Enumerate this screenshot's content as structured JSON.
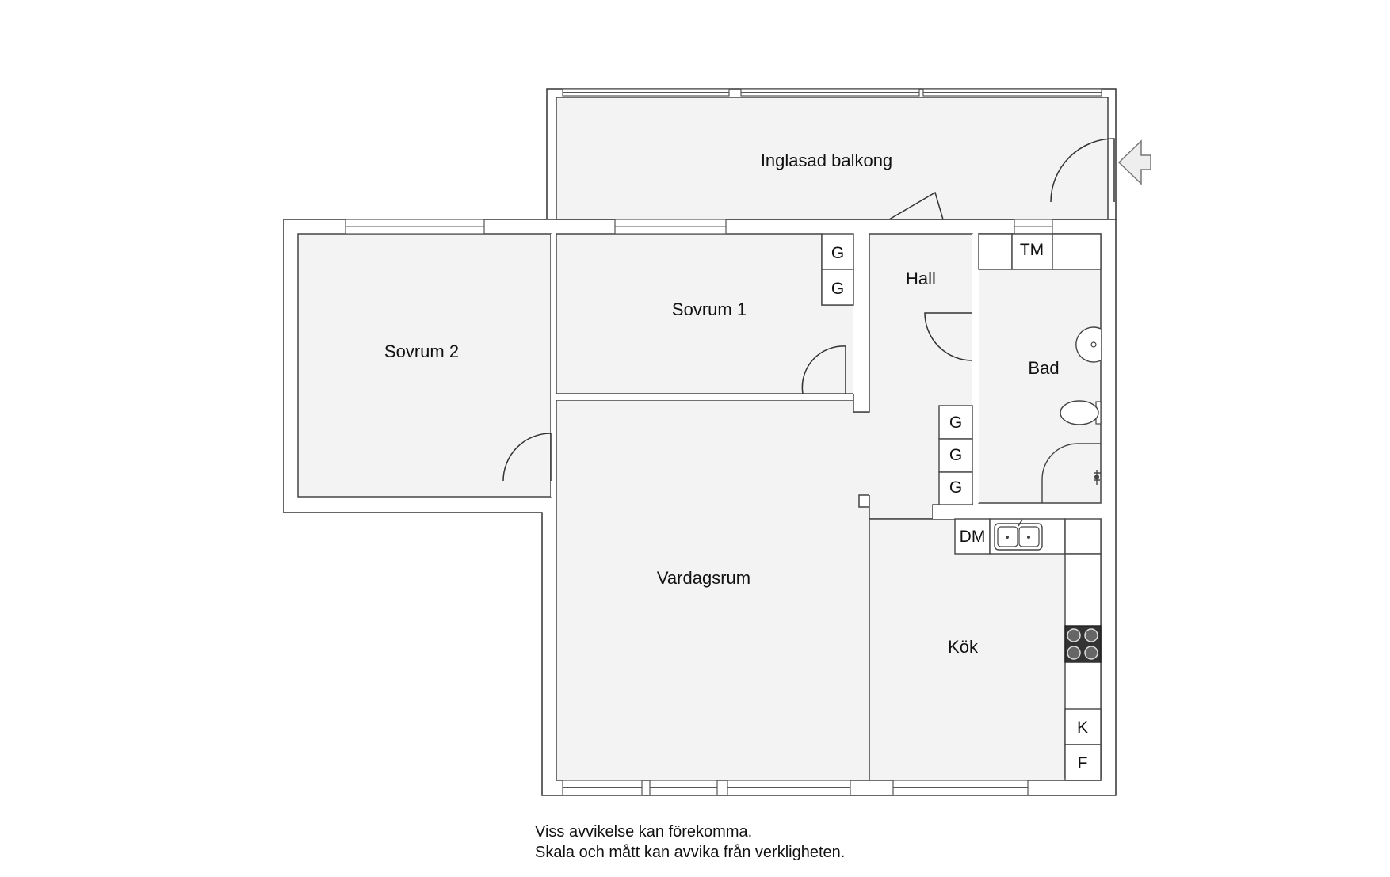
{
  "rooms": {
    "balkong": "Inglasad balkong",
    "sovrum1": "Sovrum 1",
    "sovrum2": "Sovrum 2",
    "hall": "Hall",
    "bad": "Bad",
    "vardagsrum": "Vardagsrum",
    "kok": "Kök"
  },
  "fixtures": {
    "garderob": "G",
    "torktumlare": "TM",
    "diskmaskin": "DM",
    "kyl": "K",
    "frys": "F"
  },
  "disclaimer": {
    "line1": "Viss avvikelse kan förekomma.",
    "line2": "Skala och mått kan avvika från verkligheten."
  },
  "icons": {
    "entrance": "entrance-arrow-icon",
    "sink": "sink-icon",
    "stove": "stove-icon",
    "toilet": "toilet-icon",
    "washbasin": "washbasin-icon",
    "shower": "shower-icon"
  }
}
